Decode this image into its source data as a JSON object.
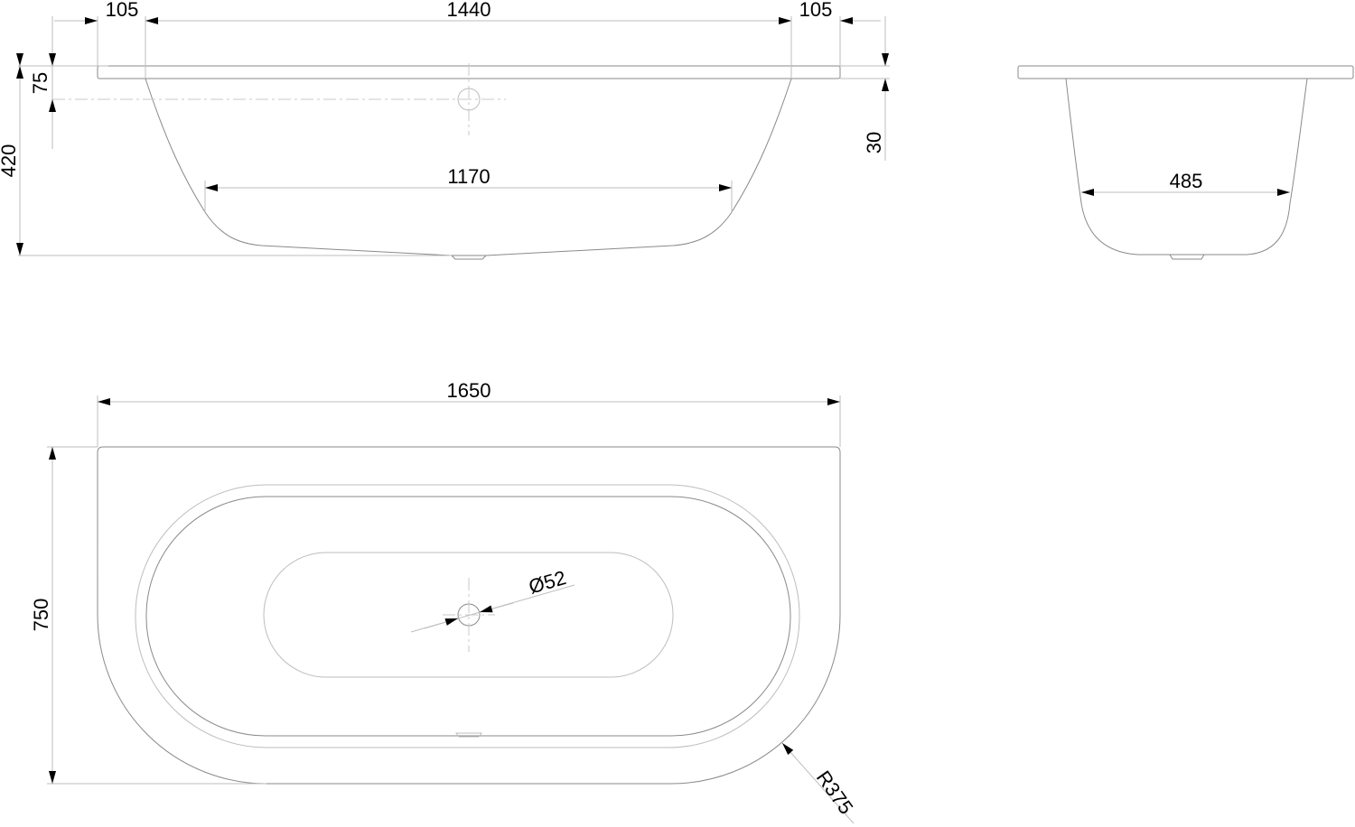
{
  "drawing": {
    "side_view": {
      "dim_rim_left": "105",
      "dim_inner_length": "1440",
      "dim_rim_right": "105",
      "dim_overflow_height": "75",
      "dim_total_height": "420",
      "dim_rim_thickness": "30",
      "dim_bottom_length": "1170"
    },
    "end_view": {
      "dim_bottom_width": "485"
    },
    "top_view": {
      "dim_total_length": "1650",
      "dim_total_width": "750",
      "dim_drain_diameter": "Ø52",
      "dim_corner_radius": "R375"
    }
  }
}
